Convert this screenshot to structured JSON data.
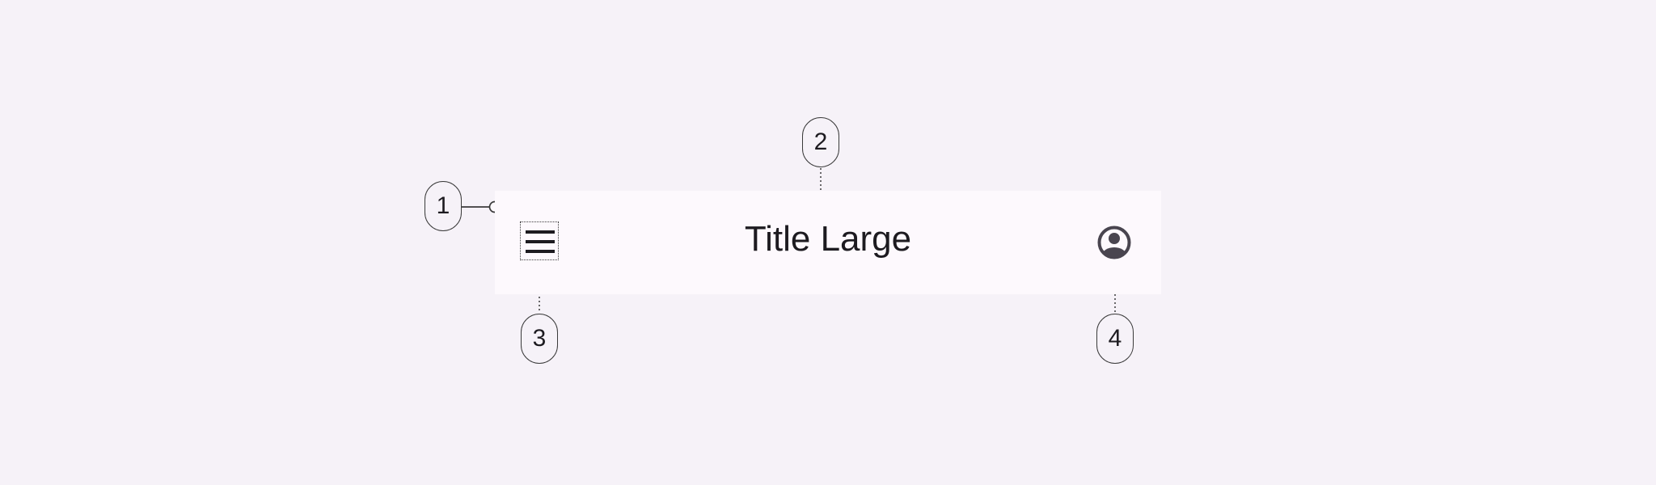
{
  "app_bar": {
    "title": "Title Large",
    "leading_icon": "menu-icon",
    "trailing_icon": "account-circle-icon"
  },
  "callouts": [
    {
      "label": "1",
      "target": "container"
    },
    {
      "label": "2",
      "target": "headline"
    },
    {
      "label": "3",
      "target": "leading-navigation-icon"
    },
    {
      "label": "4",
      "target": "trailing-icon"
    }
  ],
  "colors": {
    "background": "#f6f2f8",
    "surface": "#fdf9fd",
    "on_surface": "#1d1b20",
    "outline": "#3a3a3a",
    "icon": "#49454f"
  }
}
